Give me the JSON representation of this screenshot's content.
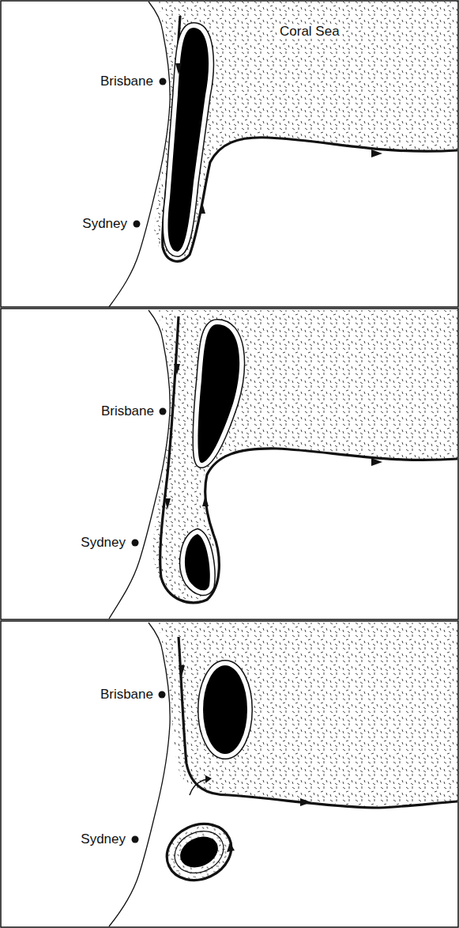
{
  "diagram": {
    "labels": [
      "Coral Sea",
      "Brisbane",
      "Sydney",
      "Brisbane",
      "Sydney",
      "Brisbane",
      "Sydney"
    ]
  }
}
